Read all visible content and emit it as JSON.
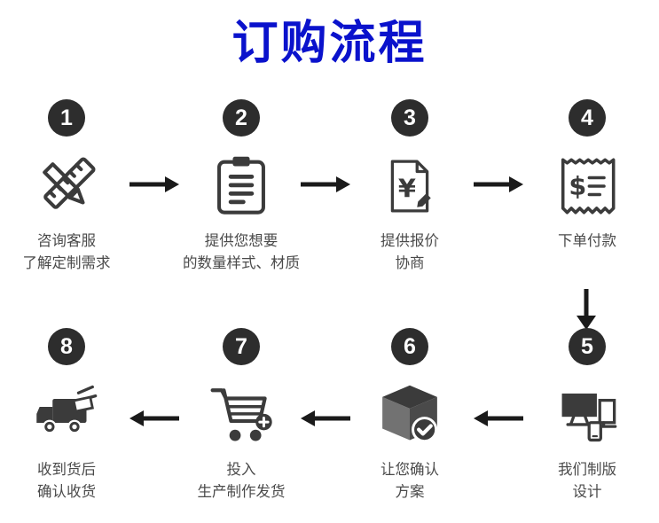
{
  "title": "订购流程",
  "colors": {
    "title": "#0a12cc",
    "circle": "#2d2d2d",
    "icon": "#3b3b3b",
    "arrow": "#1a1a1a",
    "text": "#4a4a4a"
  },
  "steps": [
    {
      "number": "1",
      "icon": "pen-ruler-icon",
      "label": "咨询客服\n了解定制需求"
    },
    {
      "number": "2",
      "icon": "clipboard-icon",
      "label": "提供您想要\n的数量样式、材质"
    },
    {
      "number": "3",
      "icon": "quote-document-icon",
      "label": "提供报价\n协商"
    },
    {
      "number": "4",
      "icon": "receipt-icon",
      "label": "下单付款"
    },
    {
      "number": "5",
      "icon": "devices-icon",
      "label": "我们制版\n设计"
    },
    {
      "number": "6",
      "icon": "box-check-icon",
      "label": "让您确认\n方案"
    },
    {
      "number": "7",
      "icon": "cart-icon",
      "label": "投入\n生产制作发货"
    },
    {
      "number": "8",
      "icon": "truck-icon",
      "label": "收到货后\n确认收货"
    }
  ]
}
